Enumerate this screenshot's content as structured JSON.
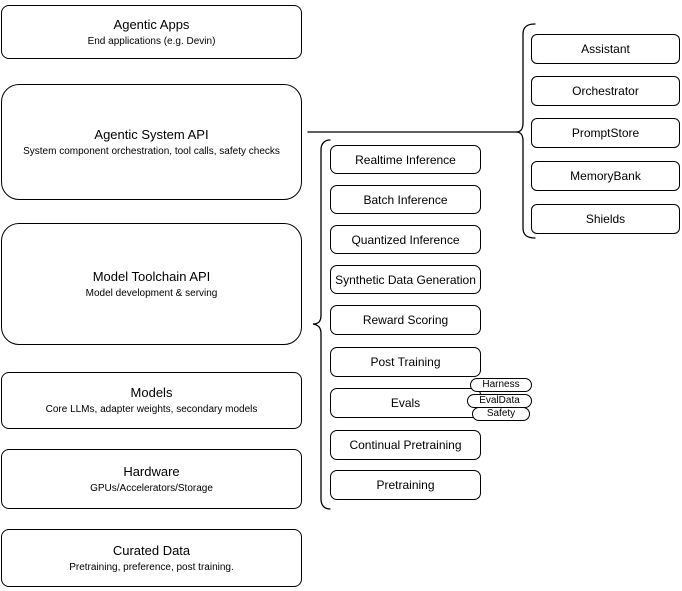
{
  "layers": [
    {
      "title": "Agentic Apps",
      "subtitle": "End applications (e.g. Devin)"
    },
    {
      "title": "Agentic System API",
      "subtitle": "System component orchestration, tool calls, safety checks"
    },
    {
      "title": "Model Toolchain API",
      "subtitle": "Model development & serving"
    },
    {
      "title": "Models",
      "subtitle": "Core LLMs, adapter weights, secondary models"
    },
    {
      "title": "Hardware",
      "subtitle": "GPUs/Accelerators/Storage"
    },
    {
      "title": "Curated Data",
      "subtitle": "Pretraining, preference, post training."
    }
  ],
  "toolchain": {
    "items": [
      "Realtime Inference",
      "Batch Inference",
      "Quantized Inference",
      "Synthetic Data Generation",
      "Reward Scoring",
      "Post Training",
      "Evals",
      "Continual Pretraining",
      "Pretraining"
    ],
    "evals_tags": [
      "Harness",
      "EvalData",
      "Safety"
    ]
  },
  "system": {
    "items": [
      "Assistant",
      "Orchestrator",
      "PromptStore",
      "MemoryBank",
      "Shields"
    ]
  },
  "colors": {
    "stroke": "#000000",
    "fill": "#ffffff",
    "background": "#ffffff"
  }
}
